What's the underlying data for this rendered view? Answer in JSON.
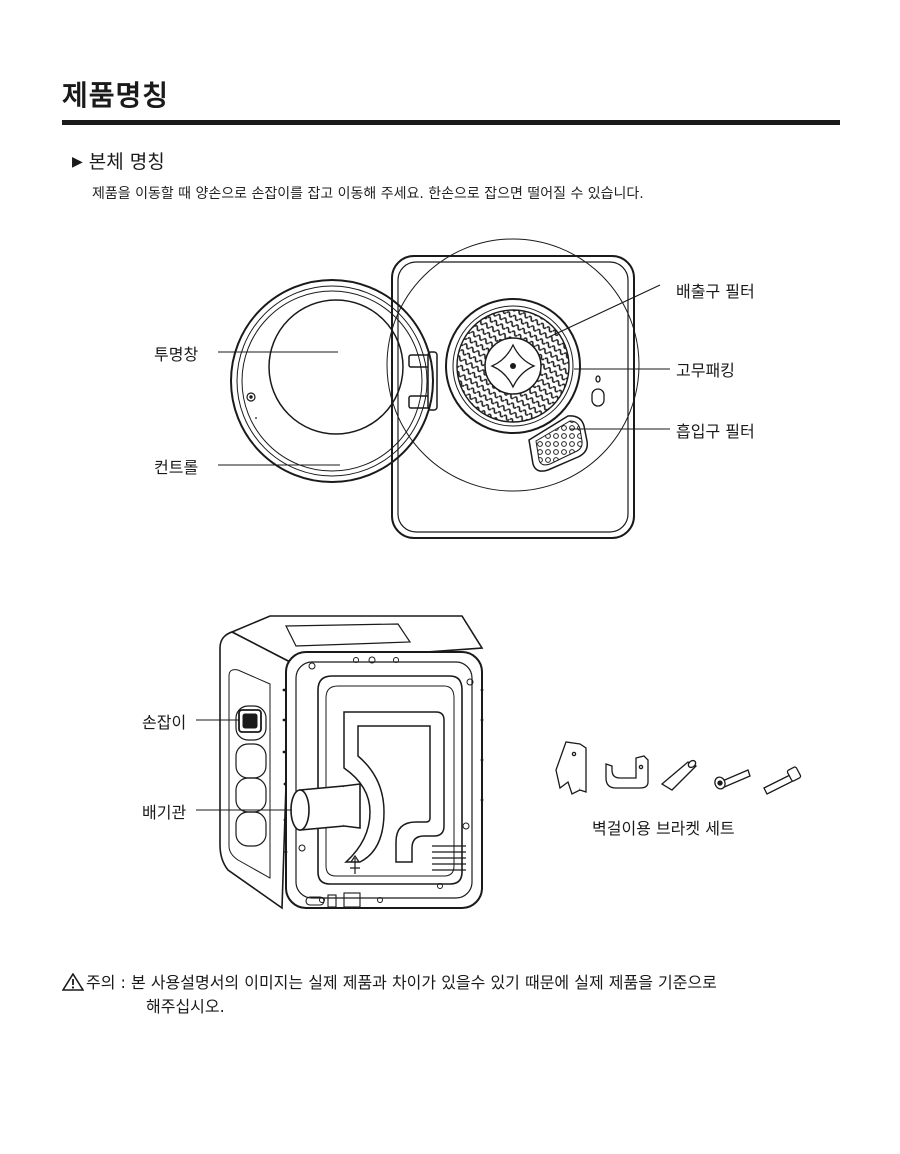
{
  "page": {
    "title": "제품명칭"
  },
  "section": {
    "marker": "▶",
    "heading": "본체 명칭",
    "intro": "제품을 이동할 때 양손으로 손잡이를 잡고 이동해 주세요. 한손으로 잡으면 떨어질 수 있습니다."
  },
  "front_view": {
    "labels": {
      "window": "투명창",
      "control": "컨트롤",
      "exhaust_filter": "배출구 필터",
      "rubber_packing": "고무패킹",
      "intake_filter": "흡입구 필터"
    }
  },
  "rear_view": {
    "labels": {
      "handle": "손잡이",
      "exhaust_pipe": "배기관"
    }
  },
  "accessories": {
    "caption": "벽걸이용 브라켓 세트"
  },
  "caution": {
    "icon": "warning-triangle-icon",
    "prefix": "주의 :",
    "line1": "본 사용설명서의 이미지는 실제 제품과 차이가 있을수 있기 때문에 실제 제품을 기준으로",
    "line2": "해주십시오."
  }
}
